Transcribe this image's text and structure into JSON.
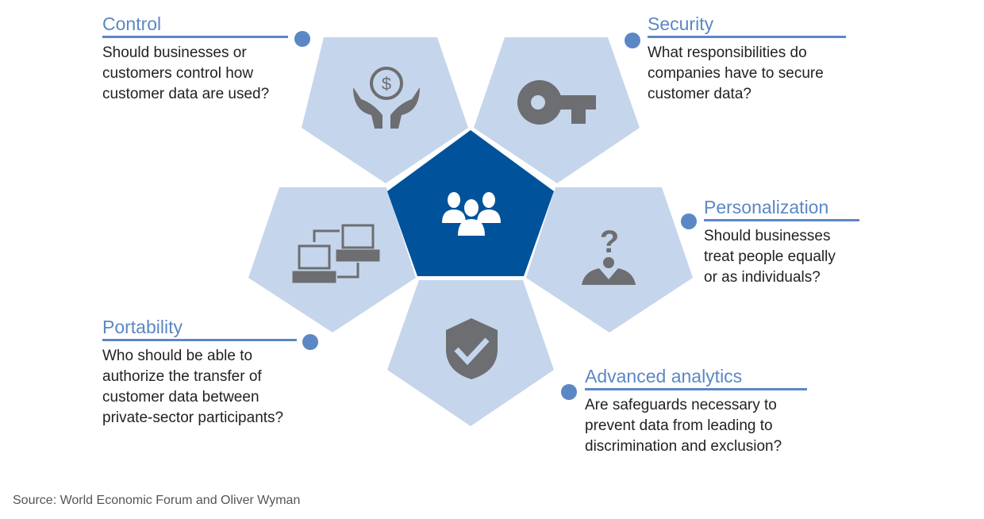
{
  "colors": {
    "accent": "#5b87c5",
    "pentagon": "#c5d5ec",
    "center": "#00529b",
    "icon": "#6d6e71"
  },
  "sections": {
    "control": {
      "title": "Control",
      "lines": [
        "Should businesses or",
        "customers control how",
        "customer data are used?"
      ],
      "icon": "hands-money-icon"
    },
    "security": {
      "title": "Security",
      "lines": [
        "What responsibilities do",
        "companies have to secure",
        "customer data?"
      ],
      "icon": "key-icon"
    },
    "personalization": {
      "title": "Personalization",
      "lines": [
        "Should businesses",
        "treat people equally",
        "or as individuals?"
      ],
      "icon": "person-question-icon"
    },
    "portability": {
      "title": "Portability",
      "lines": [
        "Who should be able to",
        "authorize the transfer of",
        "customer data between",
        "private-sector participants?"
      ],
      "icon": "computer-transfer-icon"
    },
    "analytics": {
      "title": "Advanced analytics",
      "lines": [
        "Are safeguards necessary to",
        "prevent data from leading to",
        "discrimination and exclusion?"
      ],
      "icon": "shield-check-icon"
    }
  },
  "center_icon": "people-group-icon",
  "source": "Source: World Economic Forum and Oliver Wyman"
}
